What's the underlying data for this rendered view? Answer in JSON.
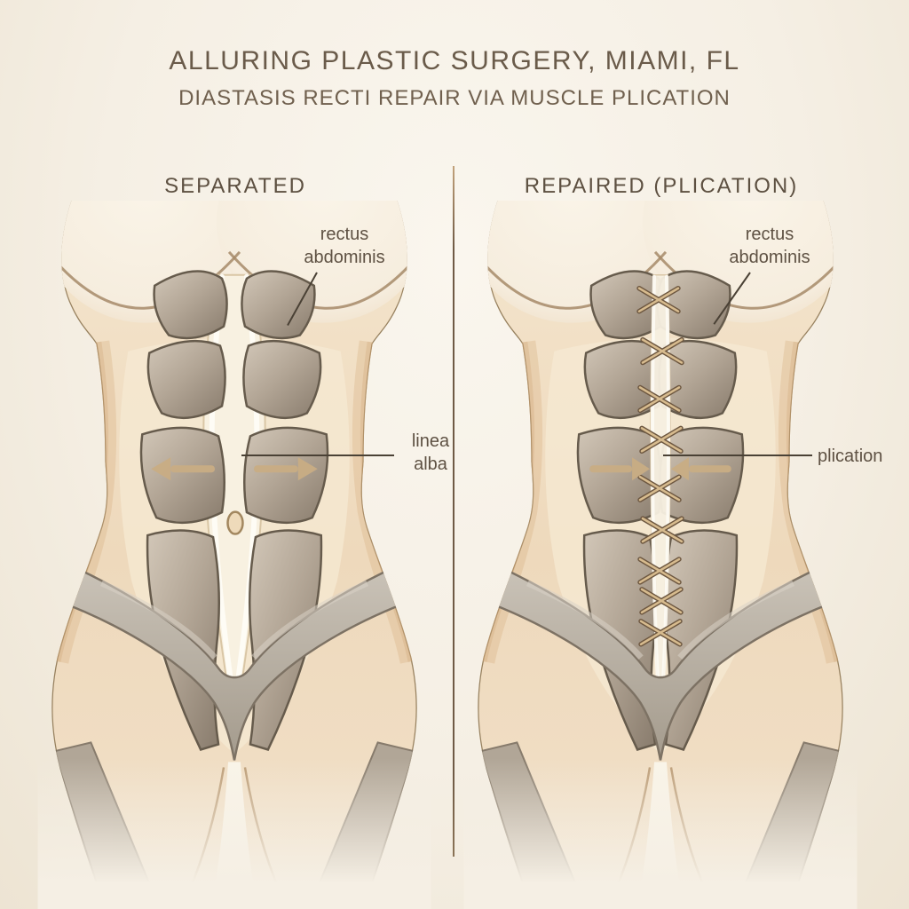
{
  "header": {
    "title": "ALLURING PLASTIC SURGERY, MIAMI, FL",
    "subtitle": "DIASTASIS RECTI REPAIR VIA MUSCLE PLICATION"
  },
  "panels": {
    "separated": {
      "heading": "SEPARATED",
      "labels": {
        "rectus_abdominis": "rectus abdominis",
        "linea_alba": "linea alba"
      },
      "arrows": "outward separation arrows"
    },
    "repaired": {
      "heading": "REPAIRED (PLICATION)",
      "labels": {
        "rectus_abdominis": "rectus abdominis",
        "plication": "plication"
      },
      "arrows": "inward approximation arrows",
      "sutures": "criss-cross plication stitches along midline"
    }
  },
  "colors": {
    "background": "#f5efe4",
    "title_text": "#6a5b4a",
    "heading_text": "#5d5041",
    "label_text": "#5e5143",
    "pointer_line": "#4a4135",
    "divider": "#6f5a45",
    "skin": "#eed9bc",
    "skin_shadow": "#d7ad80",
    "breast": "#f8f1e4",
    "muscle": "#b2a595",
    "muscle_outline": "#665b4c",
    "linea_alba_fill": "#f8f1e1",
    "arrow": "#c9ad84",
    "suture_light": "#d7bb8e",
    "suture_dark": "#6d5740",
    "underwear": "#b3aa9c"
  }
}
